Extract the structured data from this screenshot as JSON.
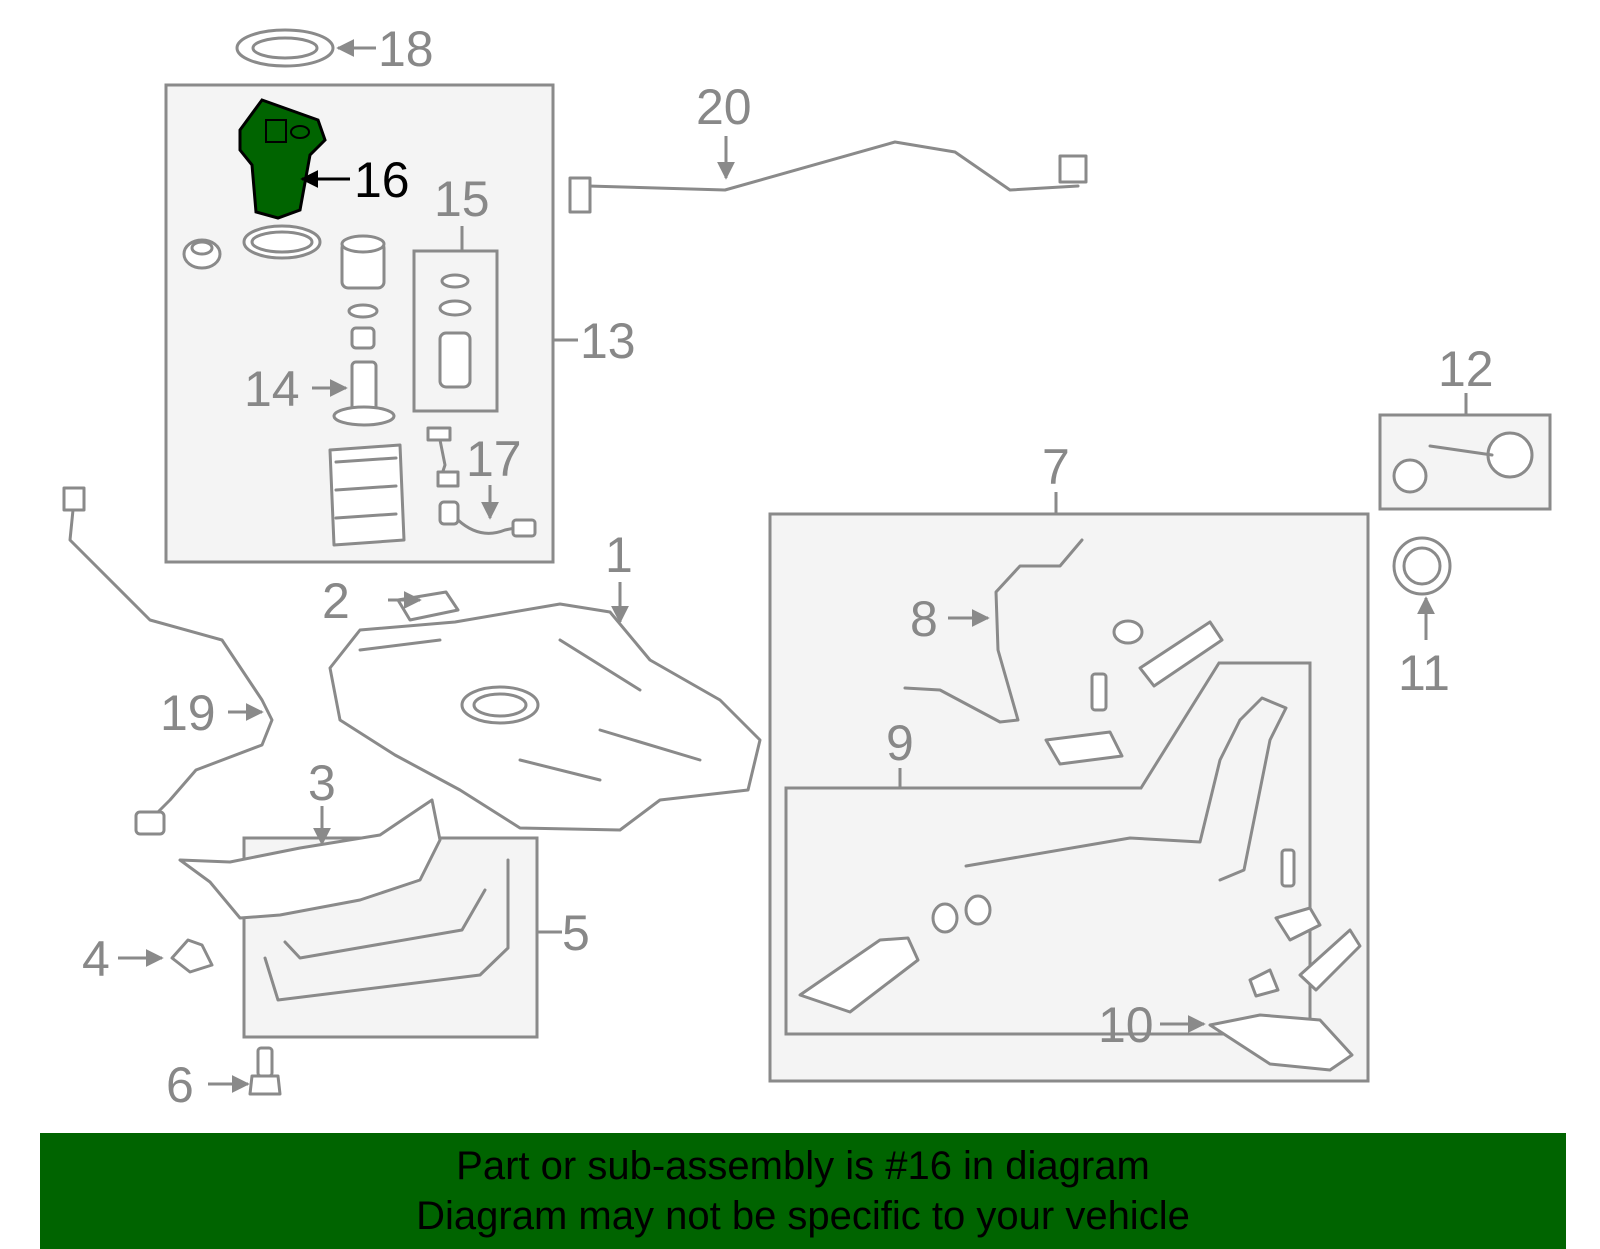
{
  "callouts": {
    "c1": "1",
    "c2": "2",
    "c3": "3",
    "c4": "4",
    "c5": "5",
    "c6": "6",
    "c7": "7",
    "c8": "8",
    "c9": "9",
    "c10": "10",
    "c11": "11",
    "c12": "12",
    "c13": "13",
    "c14": "14",
    "c15": "15",
    "c16": "16",
    "c17": "17",
    "c18": "18",
    "c19": "19",
    "c20": "20"
  },
  "highlight": {
    "part": "16",
    "color": "#006400"
  },
  "banner": {
    "line1": "Part or sub-assembly is #16 in diagram",
    "line2": "Diagram may not be specific to your vehicle",
    "background": "#006400"
  }
}
